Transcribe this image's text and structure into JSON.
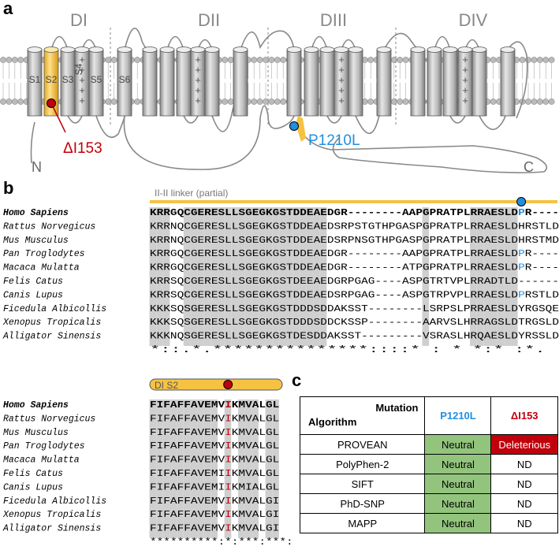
{
  "panels": {
    "a": "a",
    "b": "b",
    "c": "c"
  },
  "domains": [
    "DI",
    "DII",
    "DIII",
    "DIV"
  ],
  "segments": [
    "S1",
    "S2",
    "S3",
    "S4",
    "S5",
    "S6"
  ],
  "termini": {
    "n": "N",
    "c": "C"
  },
  "mutations": {
    "del": "ΔI153",
    "sub": "P1210L"
  },
  "linker_label": "II-II linker (partial)",
  "ds2_label": "DI S2",
  "colors": {
    "yellow": "#f5c242",
    "red": "#c0000b",
    "blue": "#1f8fe0",
    "gray": "#cccccc"
  },
  "alignment1": {
    "species": [
      "Homo Sapiens",
      "Rattus Norvegicus",
      "Mus Musculus",
      "Pan Troglodytes",
      "Macaca Mulatta",
      "Felis Catus",
      "Canis Lupus",
      "Ficedula Albicollis",
      "Xenopus Tropicalis",
      "Alligator Sinensis"
    ],
    "seqs": [
      "KRRGQCGERESLLSGEGKGSTDDEAEDGR--------AAPGPRATPLRRAESLDPR----",
      "KRRNQCGERESLLSGEGKGSTDDEAEDSRPSTGTHPGASPGPRATPLRRAESLDHRSTLD",
      "KRRNQCGERESLLSGEGKGSTDDEAEDSRPNSGTHPGASPGPRATPLRRAESLDHRSTMD",
      "KRRGQCGERESLLSGEGKGSTDDEAEDGR--------AAPGPRATPLRRAESLDPR----",
      "KRRGQCGERESLLSGEGKGSTDDEAEDGR--------ATPGPRATPLRRAESLDPR----",
      "KRRSQCGERESLLSGEGKGSTDEEAEDGRPGAG----ASPGTRTVPLRRADTLD------",
      "KRRSQCGERESLLSGEGKGSTDDEAEDSRPGAG----ASPGTRPVPLRRAESLDPRSTLD",
      "KKKSQSGERESLLSGEGKGSTDDDSDDAKSST--------LSRPSLPRRAESLDYRGSQE",
      "KKKSQSGERESLLSGEGKGSTDDDSDDCKSSP--------AARVSLHRRAGSLDTRGSLD",
      "KKKNQSGERESLLSGEGKGSTDESDDAKSST---------VSRASLHRQAESLDYRSSLD"
    ],
    "conservation": "*::.*.***************::::* :          *      *:* :*.      "
  },
  "alignment2": {
    "species": [
      "Homo Sapiens",
      "Rattus Norvegicus",
      "Mus Musculus",
      "Pan Troglodytes",
      "Macaca Mulatta",
      "Felis Catus",
      "Canis Lupus",
      "Ficedula Albicollis",
      "Xenopus Tropicalis",
      "Alligator Sinensis"
    ],
    "seqs": [
      "FIFAFFAVEMVIKMVALGL",
      "FIFAFFAVEMVIKMVALGL",
      "FIFAFFAVEMVIKMVALGL",
      "FIFAFFAVEMVIKMVALGL",
      "FIFAFFAVEMVIKMVALGL",
      "FIFAFFAVEMIIKMVALGL",
      "FIFAFFAVEMIIKMIALGL",
      "FIFAFFAVEMVIKMVALGI",
      "FIFAFFAVEMVIKMVALGI",
      "FIFAFFAVEMVIKMVALGI"
    ],
    "conservation": "**********:*:***:***:"
  },
  "table": {
    "header_top": "Mutation",
    "header_bottom": "Algorithm",
    "col1": "P1210L",
    "col2": "ΔI153",
    "rows": [
      {
        "algo": "PROVEAN",
        "p": "Neutral",
        "d": "Deleterious"
      },
      {
        "algo": "PolyPhen-2",
        "p": "Neutral",
        "d": "ND"
      },
      {
        "algo": "SIFT",
        "p": "Neutral",
        "d": "ND"
      },
      {
        "algo": "PhD-SNP",
        "p": "Neutral",
        "d": "ND"
      },
      {
        "algo": "MAPP",
        "p": "Neutral",
        "d": "ND"
      }
    ]
  }
}
